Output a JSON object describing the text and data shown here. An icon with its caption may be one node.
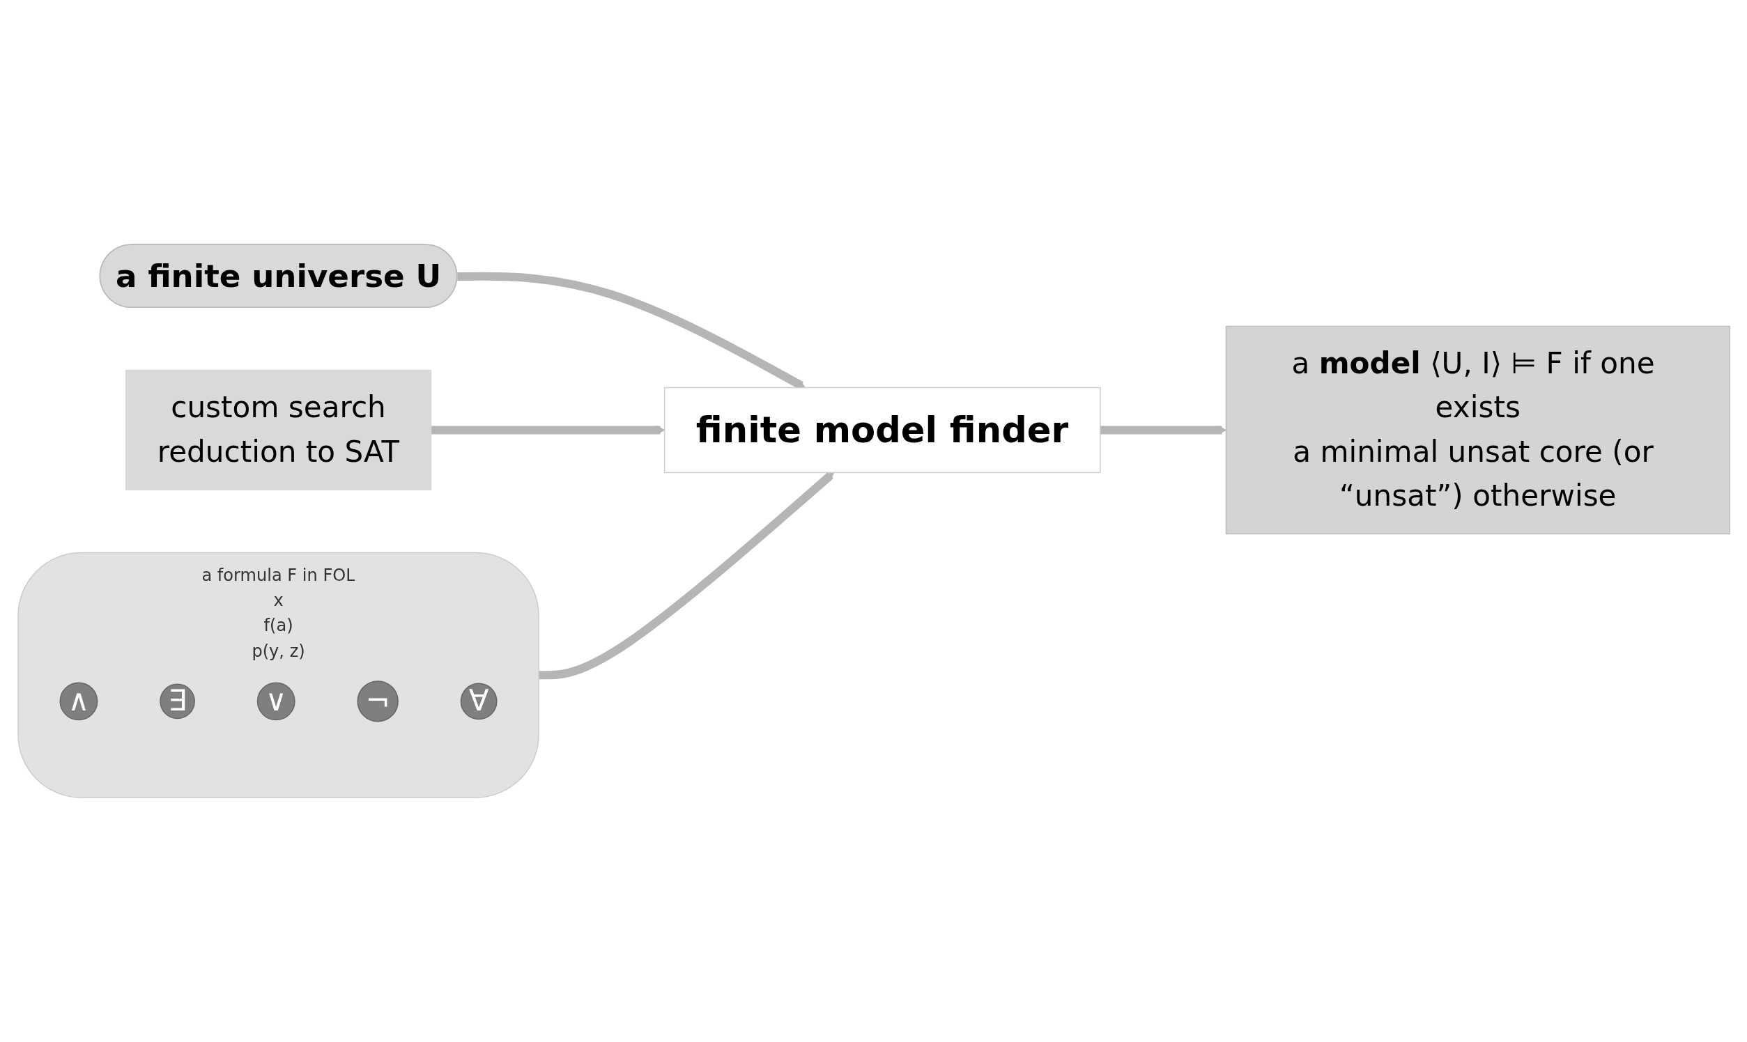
{
  "diagram": {
    "nodes": [
      {
        "text": [
          "a formula F in FOL",
          "x",
          "f(a)",
          "p(y, z)"
        ]
      },
      {
        "text": [
          "∧"
        ],
        "in": 0
      },
      {
        "text": [
          "∃"
        ],
        "in": 0
      },
      {
        "text": [
          "∨"
        ],
        "in": 0
      },
      {
        "text": [
          "¬"
        ],
        "in": 0
      },
      {
        "text": [
          "∀"
        ],
        "in": 0
      },
      {
        "text": [
          "a finite universe U"
        ]
      },
      {
        "text": [
          "finite model finder"
        ]
      },
      {
        "text": [
          "a **model** ⟨U, I⟩ ⊨ F if one exists",
          "a minimal unsat core (or “unsat”) otherwise"
        ]
      },
      {
        "text": [
          "custom search",
          "reduction to SAT"
        ]
      }
    ],
    "edges": [
      {
        "from": 0,
        "to": 7,
        "arrow": "to"
      },
      {
        "from": 6,
        "to": 7,
        "arrow": "to"
      },
      {
        "from": 7,
        "to": 8,
        "arrow": "to"
      },
      {
        "from": 9,
        "to": 7,
        "arrow": "to"
      }
    ]
  }
}
